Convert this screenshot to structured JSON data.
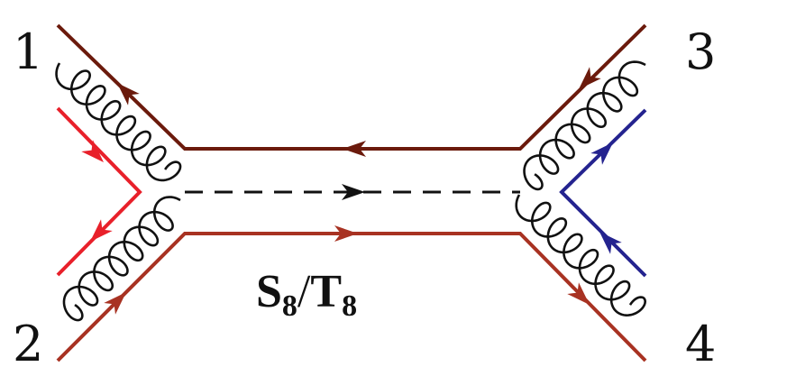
{
  "labels": {
    "external_1": "1",
    "external_2": "2",
    "external_3": "3",
    "external_4": "4",
    "center_main_S": "S",
    "center_sub_S": "8",
    "center_slash": "/",
    "center_main_T": "T",
    "center_sub_T": "8"
  },
  "colors": {
    "dark_quark": "#6b1a0c",
    "rust_quark": "#a83222",
    "red_quark": "#e8202a",
    "blue_quark": "#24238f",
    "gluon": "#111111",
    "scalar": "#111111"
  }
}
